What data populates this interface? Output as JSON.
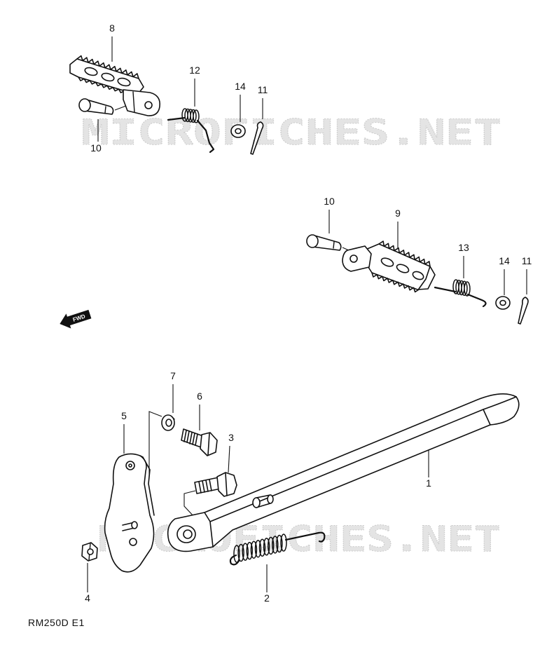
{
  "diagram": {
    "watermark": "MICROFICHES.NET",
    "fwd_label": "FWD",
    "footer_code": "RM250D E1",
    "callouts": {
      "top": [
        "8",
        "12",
        "14",
        "11",
        "10"
      ],
      "middle": [
        "10",
        "9",
        "13",
        "14",
        "11"
      ],
      "bottom": [
        "7",
        "6",
        "5",
        "3",
        "1",
        "4",
        "2"
      ]
    }
  }
}
